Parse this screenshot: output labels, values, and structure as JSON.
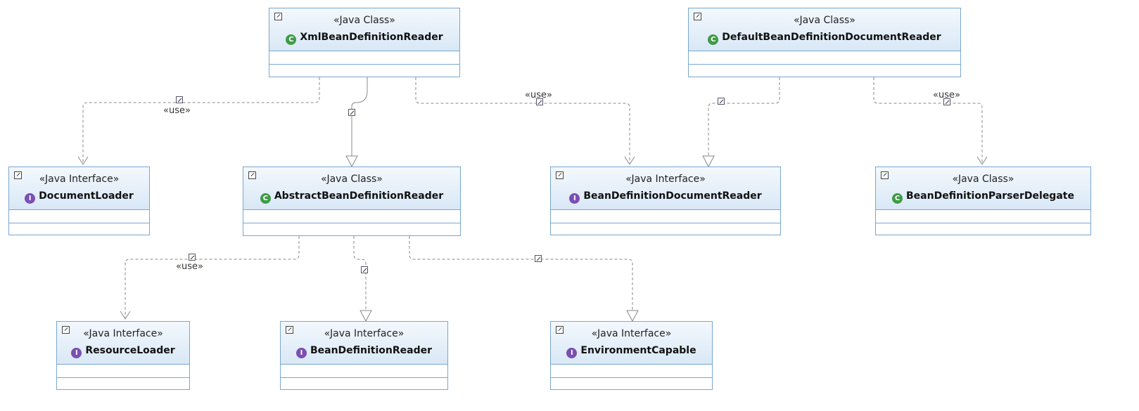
{
  "stereotypes": {
    "java_class": "«Java Class»",
    "java_interface": "«Java Interface»"
  },
  "use_label": "«use»",
  "class_icon_letter": "C",
  "interface_icon_letter": "I",
  "colors": {
    "box_border": "#7aa7cf",
    "header_top": "#f3f8fd",
    "header_bottom": "#d9e8f6",
    "class_icon": "#3f9b47",
    "interface_icon": "#7b4fb3",
    "edge": "#888888"
  },
  "boxes": {
    "xml_reader": {
      "name": "XmlBeanDefinitionReader",
      "kind": "class"
    },
    "default_doc_reader": {
      "name": "DefaultBeanDefinitionDocumentReader",
      "kind": "class"
    },
    "document_loader": {
      "name": "DocumentLoader",
      "kind": "interface"
    },
    "abstract_reader": {
      "name": "AbstractBeanDefinitionReader",
      "kind": "class"
    },
    "bean_doc_reader": {
      "name": "BeanDefinitionDocumentReader",
      "kind": "interface"
    },
    "parser_delegate": {
      "name": "BeanDefinitionParserDelegate",
      "kind": "class"
    },
    "resource_loader": {
      "name": "ResourceLoader",
      "kind": "interface"
    },
    "bean_reader": {
      "name": "BeanDefinitionReader",
      "kind": "interface"
    },
    "env_capable": {
      "name": "EnvironmentCapable",
      "kind": "interface"
    }
  },
  "relations": [
    {
      "from": "xml_reader",
      "to": "document_loader",
      "type": "use"
    },
    {
      "from": "xml_reader",
      "to": "abstract_reader",
      "type": "extends"
    },
    {
      "from": "xml_reader",
      "to": "bean_doc_reader",
      "type": "use"
    },
    {
      "from": "default_doc_reader",
      "to": "bean_doc_reader",
      "type": "implements"
    },
    {
      "from": "default_doc_reader",
      "to": "parser_delegate",
      "type": "use"
    },
    {
      "from": "abstract_reader",
      "to": "resource_loader",
      "type": "use"
    },
    {
      "from": "abstract_reader",
      "to": "bean_reader",
      "type": "implements"
    },
    {
      "from": "abstract_reader",
      "to": "env_capable",
      "type": "implements"
    }
  ]
}
